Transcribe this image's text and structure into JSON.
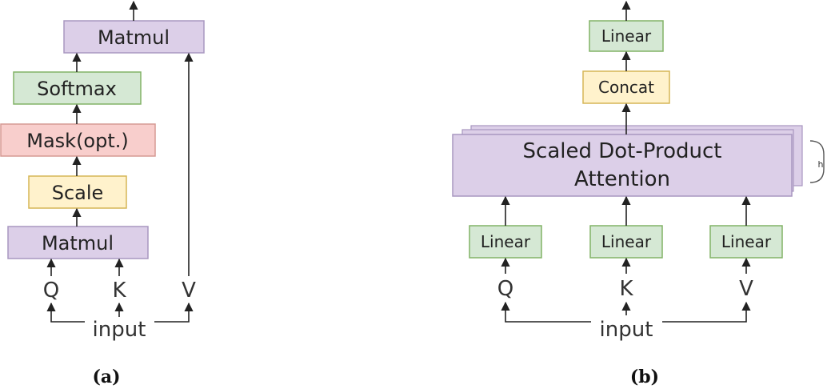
{
  "colors": {
    "purple_fill": "#dccfe8",
    "purple_stroke": "#a897c0",
    "green_fill": "#d5e8d4",
    "green_stroke": "#82b366",
    "red_fill": "#f8cecc",
    "red_stroke": "#d59a94",
    "yellow_fill": "#fff2cc",
    "yellow_stroke": "#d6b656",
    "arrow": "#222222"
  },
  "left": {
    "matmul_top": "Matmul",
    "softmax": "Softmax",
    "mask": "Mask(opt.)",
    "scale": "Scale",
    "matmul_bottom": "Matmul",
    "q": "Q",
    "k": "K",
    "v": "V",
    "input": "input",
    "caption": "(a)"
  },
  "right": {
    "linear_top": "Linear",
    "concat": "Concat",
    "attention_line1": "Scaled Dot-Product",
    "attention_line2": "Attention",
    "heads": "h",
    "linear_q": "Linear",
    "linear_k": "Linear",
    "linear_v": "Linear",
    "q": "Q",
    "k": "K",
    "v": "V",
    "input": "input",
    "caption": "(b)"
  }
}
